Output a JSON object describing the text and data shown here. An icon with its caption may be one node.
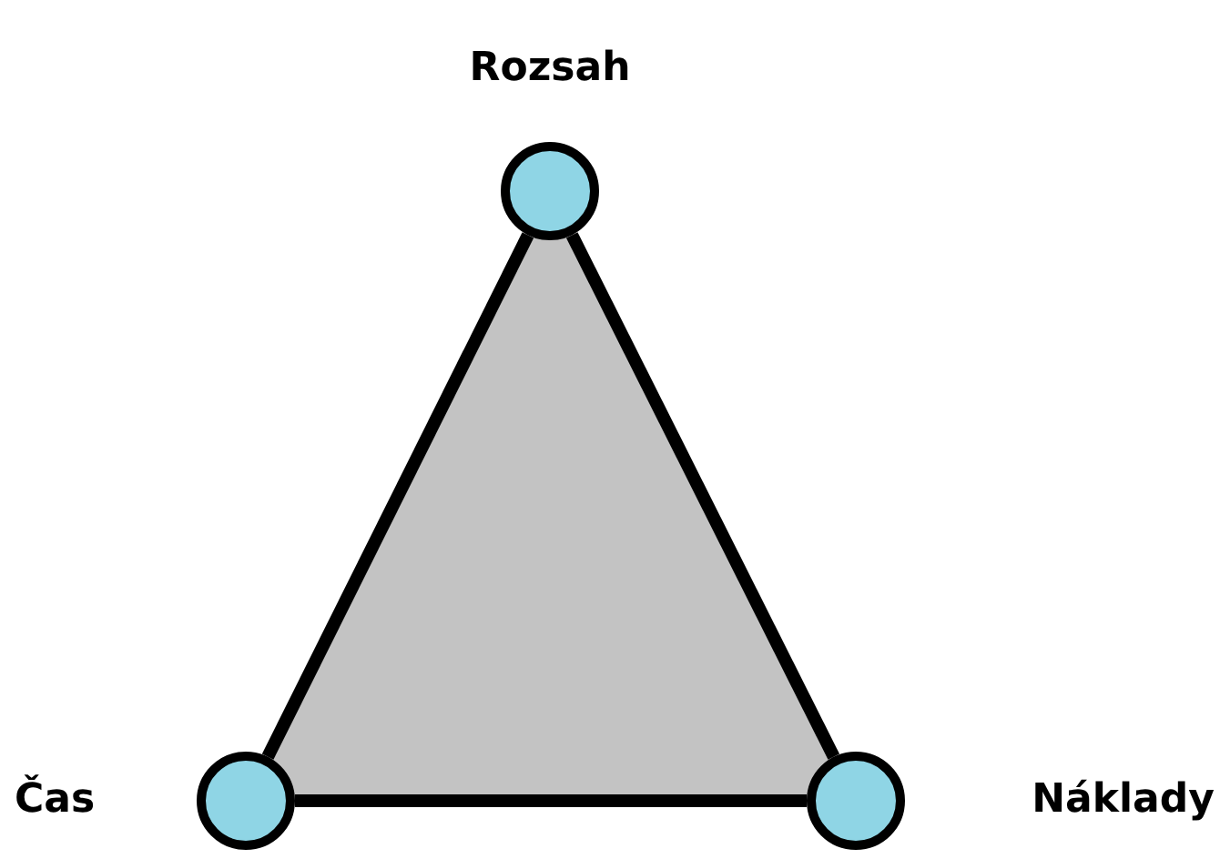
{
  "diagram": {
    "nodes": [
      {
        "text": [
          "Rozsah"
        ]
      },
      {
        "text": [
          "Čas"
        ]
      },
      {
        "text": [
          "Náklady"
        ]
      }
    ],
    "edges": [
      {
        "from": 0,
        "to": 1,
        "arrow": "none"
      },
      {
        "from": 1,
        "to": 2,
        "arrow": "none"
      },
      {
        "from": 2,
        "to": 0,
        "arrow": "none"
      }
    ]
  }
}
